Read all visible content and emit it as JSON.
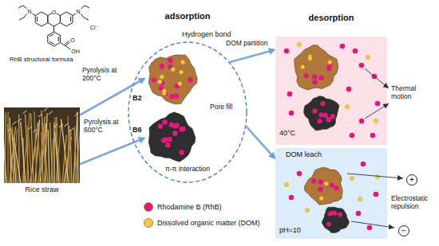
{
  "diagram": {
    "nodes": [
      {
        "text": [
          "Rice straw"
        ]
      },
      {
        "text": [
          "adsorption"
        ]
      },
      {
        "text": [
          "B2"
        ],
        "in": 1
      },
      {
        "text": [
          "B6"
        ],
        "in": 1
      },
      {
        "text": [
          "desorption",
          "40°C"
        ]
      },
      {
        "text": [
          "pH=10"
        ]
      }
    ],
    "edges": [
      {
        "from": 0,
        "to": 2,
        "arrow": "to",
        "label": "Pyrolysis at 200°C"
      },
      {
        "from": 0,
        "to": 3,
        "arrow": "to",
        "label": "Pyrolysis at 600°C"
      },
      {
        "from": 1,
        "to": 4,
        "arrow": "to",
        "label": "DOM partition"
      },
      {
        "from": 1,
        "to": 5,
        "arrow": "to",
        "label": "Pore fill"
      }
    ],
    "labels": [
      "N",
      "O",
      "N",
      "Cl⁻",
      "O",
      "OH",
      "RhB structural formula",
      "Hydrogen bond",
      "π-π interaction",
      "Thermal motion",
      "DOM leach",
      "Electrostatic repulsion",
      "+",
      "−"
    ],
    "legend": [
      {
        "text": "Rhodamine B (RhB)",
        "color": "#e0197d"
      },
      {
        "text": "Dissolved organic matter (DOM)",
        "color": "#f2c94c"
      }
    ]
  }
}
